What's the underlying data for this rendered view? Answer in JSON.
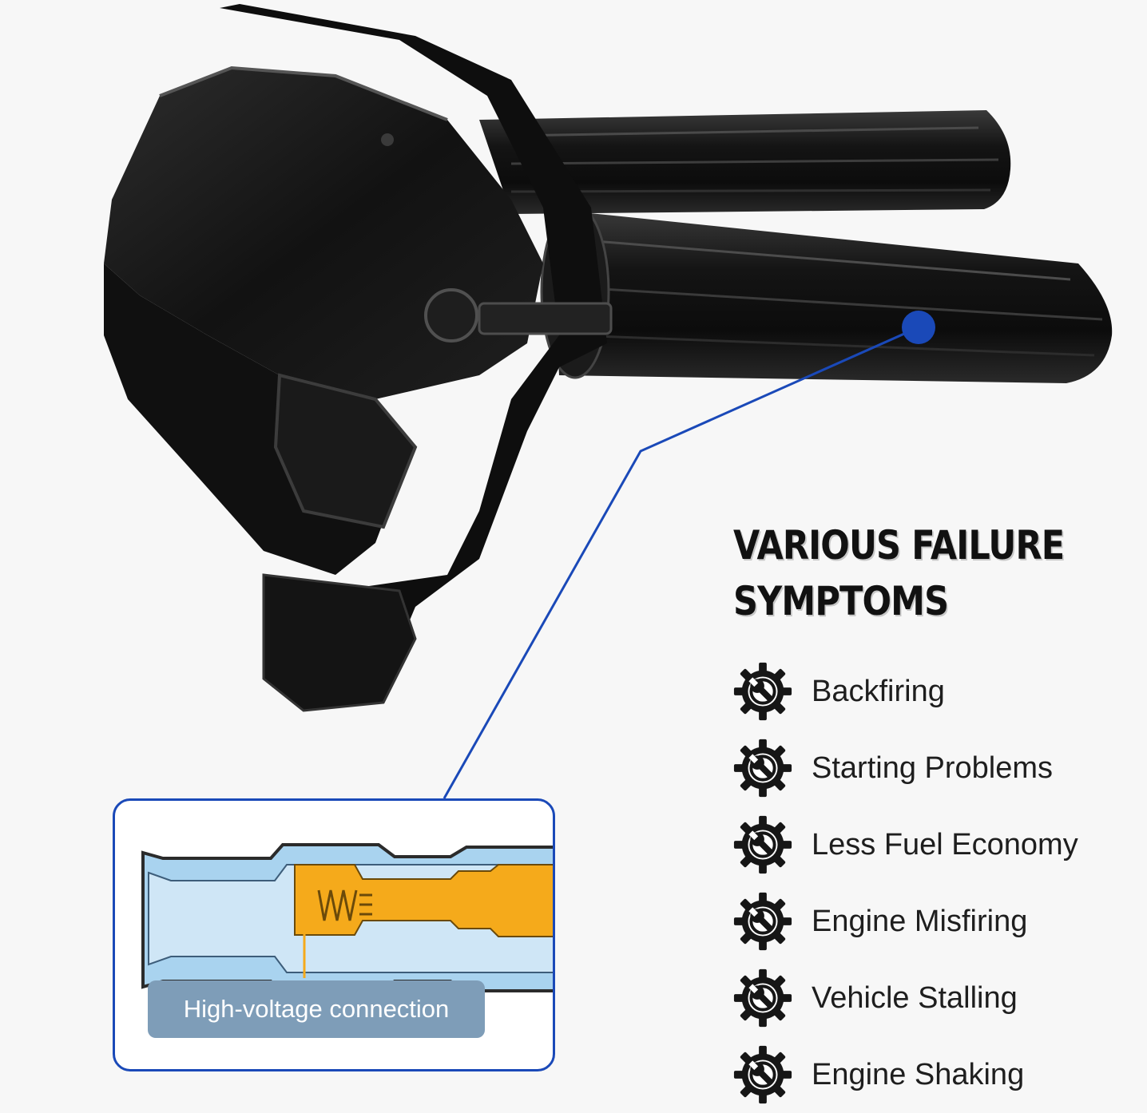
{
  "heading": {
    "line1": "VARIOUS FAILURE",
    "line2": "SYMPTOMS"
  },
  "symptoms": [
    {
      "label": "Backfiring",
      "icon": "gear-wrench-icon"
    },
    {
      "label": "Starting Problems",
      "icon": "gear-wrench-icon"
    },
    {
      "label": "Less Fuel Economy",
      "icon": "gear-wrench-icon"
    },
    {
      "label": "Engine Misfiring",
      "icon": "gear-wrench-icon"
    },
    {
      "label": "Vehicle Stalling",
      "icon": "gear-wrench-icon"
    },
    {
      "label": "Engine Shaking",
      "icon": "gear-wrench-icon"
    }
  ],
  "callout": {
    "label": "High-voltage connection"
  },
  "colors": {
    "accent_blue": "#1a49b8",
    "coil_black": "#151515",
    "boot_light_blue": "#a9d3ef",
    "spring_orange": "#f5aa1b",
    "label_bg": "#7e9db8",
    "text_dark": "#1e1e1e"
  }
}
